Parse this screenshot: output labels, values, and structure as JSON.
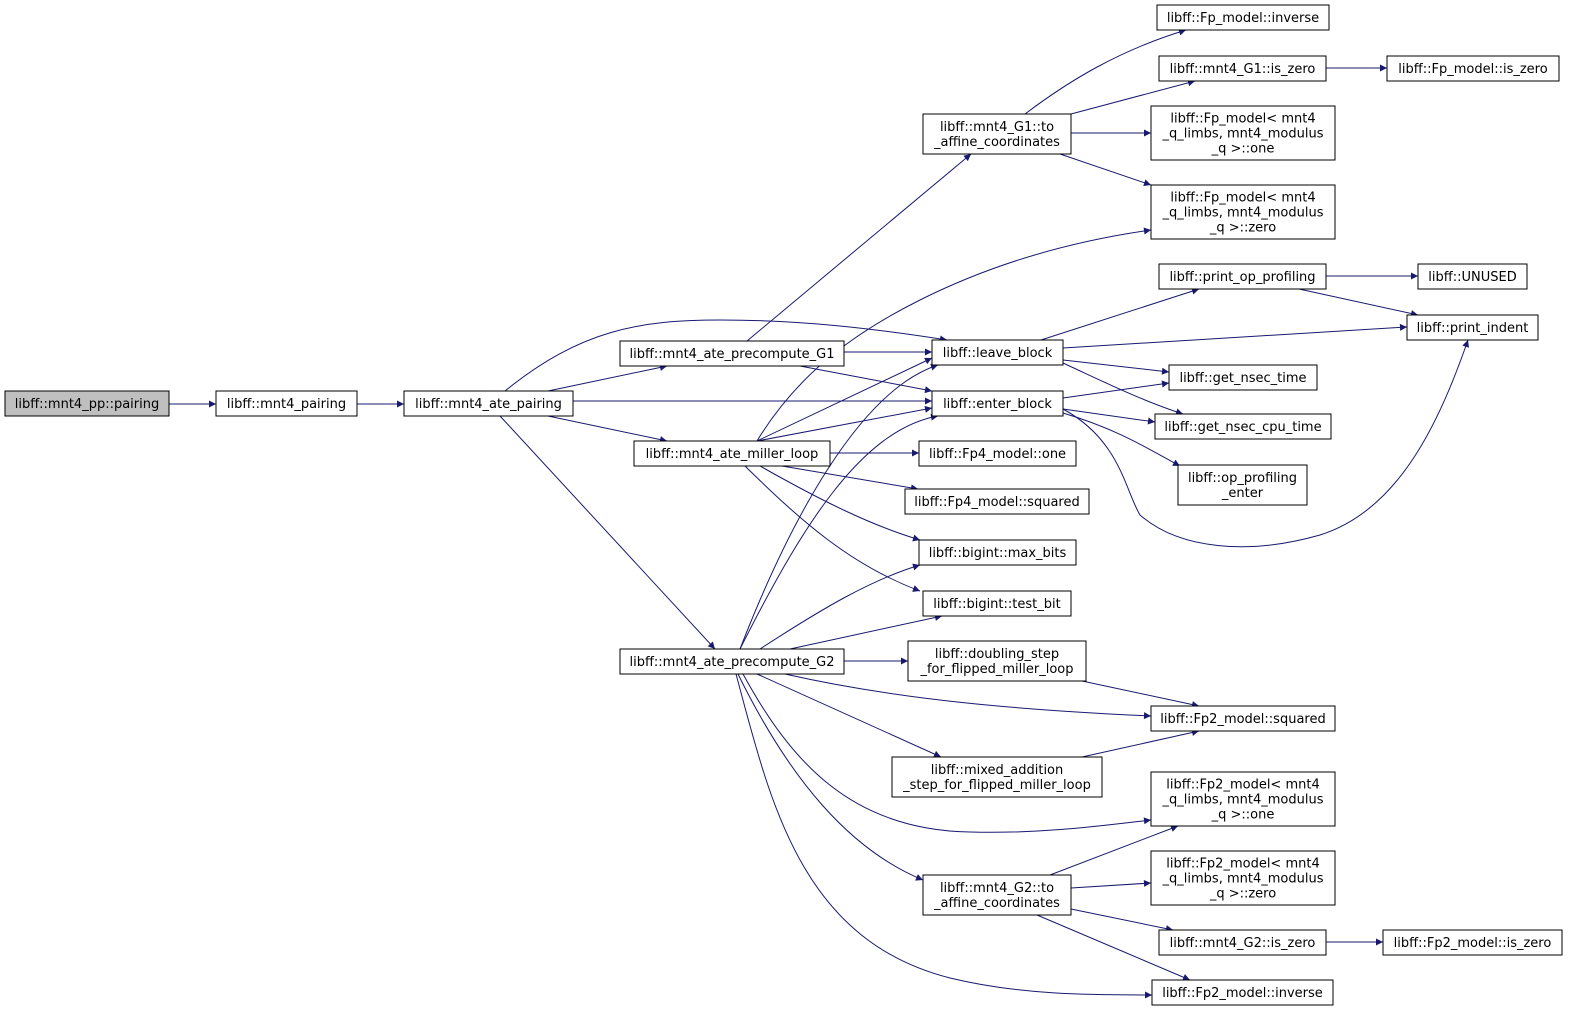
{
  "colors": {
    "edge": "#191970",
    "node_fill": "#ffffff",
    "root_fill": "#bfbfbf",
    "node_border": "#000000"
  },
  "nodes": {
    "pairing": {
      "lines": [
        "libff::mnt4_pp::pairing"
      ],
      "root": true
    },
    "mnt4_pairing": {
      "lines": [
        "libff::mnt4_pairing"
      ]
    },
    "ate_pairing": {
      "lines": [
        "libff::mnt4_ate_pairing"
      ]
    },
    "precompute_g1": {
      "lines": [
        "libff::mnt4_ate_precompute_G1"
      ]
    },
    "miller_loop": {
      "lines": [
        "libff::mnt4_ate_miller_loop"
      ]
    },
    "precompute_g2": {
      "lines": [
        "libff::mnt4_ate_precompute_G2"
      ]
    },
    "g1_to_affine": {
      "lines": [
        "libff::mnt4_G1::to",
        "_affine_coordinates"
      ]
    },
    "leave_block": {
      "lines": [
        "libff::leave_block"
      ]
    },
    "enter_block": {
      "lines": [
        "libff::enter_block"
      ]
    },
    "fp4_one": {
      "lines": [
        "libff::Fp4_model::one"
      ]
    },
    "fp4_squared": {
      "lines": [
        "libff::Fp4_model::squared"
      ]
    },
    "max_bits": {
      "lines": [
        "libff::bigint::max_bits"
      ]
    },
    "test_bit": {
      "lines": [
        "libff::bigint::test_bit"
      ]
    },
    "doubling_step": {
      "lines": [
        "libff::doubling_step",
        "_for_flipped_miller_loop"
      ]
    },
    "mixed_addition": {
      "lines": [
        "libff::mixed_addition",
        "_step_for_flipped_miller_loop"
      ]
    },
    "g2_to_affine": {
      "lines": [
        "libff::mnt4_G2::to",
        "_affine_coordinates"
      ]
    },
    "fp_inverse": {
      "lines": [
        "libff::Fp_model::inverse"
      ]
    },
    "g1_is_zero": {
      "lines": [
        "libff::mnt4_G1::is_zero"
      ]
    },
    "fp_is_zero": {
      "lines": [
        "libff::Fp_model::is_zero"
      ]
    },
    "fp_one": {
      "lines": [
        "libff::Fp_model< mnt4",
        "_q_limbs, mnt4_modulus",
        "_q >::one"
      ]
    },
    "fp_zero": {
      "lines": [
        "libff::Fp_model< mnt4",
        "_q_limbs, mnt4_modulus",
        "_q >::zero"
      ]
    },
    "print_op_profiling": {
      "lines": [
        "libff::print_op_profiling"
      ]
    },
    "unused": {
      "lines": [
        "libff::UNUSED"
      ]
    },
    "print_indent": {
      "lines": [
        "libff::print_indent"
      ]
    },
    "get_nsec_time": {
      "lines": [
        "libff::get_nsec_time"
      ]
    },
    "get_nsec_cpu_time": {
      "lines": [
        "libff::get_nsec_cpu_time"
      ]
    },
    "op_profiling_enter": {
      "lines": [
        "libff::op_profiling",
        "_enter"
      ]
    },
    "fp2_squared": {
      "lines": [
        "libff::Fp2_model::squared"
      ]
    },
    "fp2_one": {
      "lines": [
        "libff::Fp2_model< mnt4",
        "_q_limbs, mnt4_modulus",
        "_q >::one"
      ]
    },
    "fp2_zero": {
      "lines": [
        "libff::Fp2_model< mnt4",
        "_q_limbs, mnt4_modulus",
        "_q >::zero"
      ]
    },
    "g2_is_zero": {
      "lines": [
        "libff::mnt4_G2::is_zero"
      ]
    },
    "fp2_is_zero": {
      "lines": [
        "libff::Fp2_model::is_zero"
      ]
    },
    "fp2_inverse": {
      "lines": [
        "libff::Fp2_model::inverse"
      ]
    }
  },
  "edges": [
    [
      "pairing",
      "mnt4_pairing"
    ],
    [
      "mnt4_pairing",
      "ate_pairing"
    ],
    [
      "ate_pairing",
      "precompute_g1"
    ],
    [
      "ate_pairing",
      "leave_block"
    ],
    [
      "ate_pairing",
      "enter_block"
    ],
    [
      "ate_pairing",
      "miller_loop"
    ],
    [
      "ate_pairing",
      "precompute_g2"
    ],
    [
      "precompute_g1",
      "g1_to_affine"
    ],
    [
      "precompute_g1",
      "leave_block"
    ],
    [
      "precompute_g1",
      "enter_block"
    ],
    [
      "miller_loop",
      "fp_zero"
    ],
    [
      "miller_loop",
      "leave_block"
    ],
    [
      "miller_loop",
      "enter_block"
    ],
    [
      "miller_loop",
      "fp4_one"
    ],
    [
      "miller_loop",
      "fp4_squared"
    ],
    [
      "miller_loop",
      "max_bits"
    ],
    [
      "miller_loop",
      "test_bit"
    ],
    [
      "precompute_g2",
      "leave_block"
    ],
    [
      "precompute_g2",
      "enter_block"
    ],
    [
      "precompute_g2",
      "max_bits"
    ],
    [
      "precompute_g2",
      "test_bit"
    ],
    [
      "precompute_g2",
      "doubling_step"
    ],
    [
      "precompute_g2",
      "fp2_squared"
    ],
    [
      "precompute_g2",
      "mixed_addition"
    ],
    [
      "precompute_g2",
      "fp2_one"
    ],
    [
      "precompute_g2",
      "g2_to_affine"
    ],
    [
      "precompute_g2",
      "fp2_inverse"
    ],
    [
      "g1_to_affine",
      "fp_inverse"
    ],
    [
      "g1_to_affine",
      "g1_is_zero"
    ],
    [
      "g1_to_affine",
      "fp_one"
    ],
    [
      "g1_to_affine",
      "fp_zero"
    ],
    [
      "g1_is_zero",
      "fp_is_zero"
    ],
    [
      "leave_block",
      "print_op_profiling"
    ],
    [
      "leave_block",
      "print_indent"
    ],
    [
      "leave_block",
      "get_nsec_time"
    ],
    [
      "leave_block",
      "get_nsec_cpu_time"
    ],
    [
      "enter_block",
      "get_nsec_time"
    ],
    [
      "enter_block",
      "get_nsec_cpu_time"
    ],
    [
      "enter_block",
      "op_profiling_enter"
    ],
    [
      "enter_block",
      "print_indent"
    ],
    [
      "print_op_profiling",
      "unused"
    ],
    [
      "print_op_profiling",
      "print_indent"
    ],
    [
      "doubling_step",
      "fp2_squared"
    ],
    [
      "mixed_addition",
      "fp2_squared"
    ],
    [
      "g2_to_affine",
      "fp2_one"
    ],
    [
      "g2_to_affine",
      "fp2_zero"
    ],
    [
      "g2_to_affine",
      "g2_is_zero"
    ],
    [
      "g2_to_affine",
      "fp2_inverse"
    ],
    [
      "g2_is_zero",
      "fp2_is_zero"
    ]
  ]
}
